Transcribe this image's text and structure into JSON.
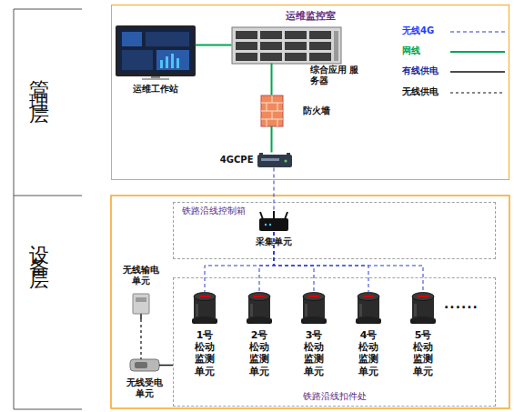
{
  "diagram": {
    "nodes": [
      {
        "text": [
          "运维监控室"
        ]
      },
      {
        "text": [
          "运维工作站"
        ],
        "in": 0
      },
      {
        "text": [
          "综合应用 服务器"
        ],
        "in": 0
      },
      {
        "text": [
          "防火墙"
        ],
        "in": 0
      },
      {
        "text": [
          "4GCPE"
        ],
        "in": 0
      },
      {
        "text": [
          "铁路沿线控制箱"
        ]
      },
      {
        "text": [
          "采集单元"
        ],
        "in": 5
      },
      {
        "text": [
          "铁路沿线扣件处"
        ]
      },
      {
        "text": [
          "1号 松动 监测 单元"
        ],
        "in": 7
      },
      {
        "text": [
          "2号 松动 监测 单元"
        ],
        "in": 7
      },
      {
        "text": [
          "3号 松动 监测 单元"
        ],
        "in": 7
      },
      {
        "text": [
          "4号 松动 监测 单元"
        ],
        "in": 7
      },
      {
        "text": [
          "5号 松动 监测 单元"
        ],
        "in": 7
      },
      {
        "text": [
          "无线输电 单元"
        ]
      },
      {
        "text": [
          "无线受电 单元"
        ]
      }
    ],
    "edges": [
      {
        "from": 1,
        "to": 2,
        "arrow": "none"
      },
      {
        "from": 2,
        "to": 3,
        "arrow": "none"
      },
      {
        "from": 3,
        "to": 4,
        "arrow": "none"
      },
      {
        "from": 4,
        "to": 6,
        "arrow": "none"
      },
      {
        "from": 6,
        "to": 8,
        "arrow": "none"
      },
      {
        "from": 6,
        "to": 9,
        "arrow": "none"
      },
      {
        "from": 6,
        "to": 10,
        "arrow": "none"
      },
      {
        "from": 6,
        "to": 11,
        "arrow": "none"
      },
      {
        "from": 6,
        "to": 12,
        "arrow": "none"
      },
      {
        "from": 13,
        "to": 14,
        "arrow": "none"
      },
      {
        "from": 14,
        "to": 7,
        "arrow": "none"
      }
    ],
    "labels": [
      "管理层",
      "设备层",
      "......"
    ],
    "legend": [
      {
        "text": "无线4G"
      },
      {
        "text": "网线"
      },
      {
        "text": "有线供电"
      },
      {
        "text": "无线供电"
      }
    ]
  }
}
